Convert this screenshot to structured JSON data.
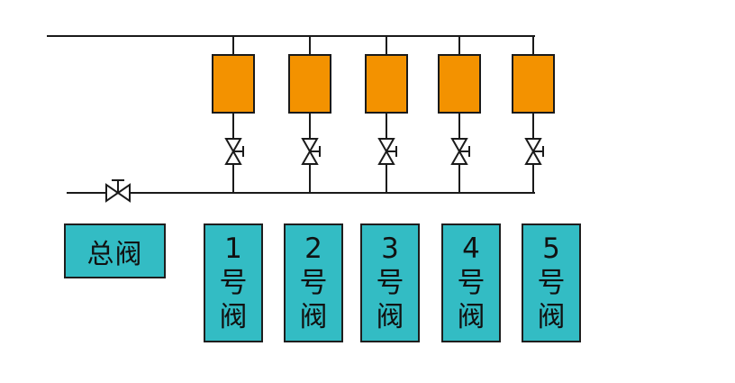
{
  "main_valve": {
    "label": "总阀"
  },
  "branches": [
    {
      "num": "1",
      "line1": "号",
      "line2": "阀"
    },
    {
      "num": "2",
      "line1": "号",
      "line2": "阀"
    },
    {
      "num": "3",
      "line1": "号",
      "line2": "阀"
    },
    {
      "num": "4",
      "line1": "号",
      "line2": "阀"
    },
    {
      "num": "5",
      "line1": "号",
      "line2": "阀"
    }
  ],
  "colors": {
    "pipe": "#1a1a1a",
    "unit_fill": "#f39200",
    "label_fill": "#33bcc4"
  }
}
